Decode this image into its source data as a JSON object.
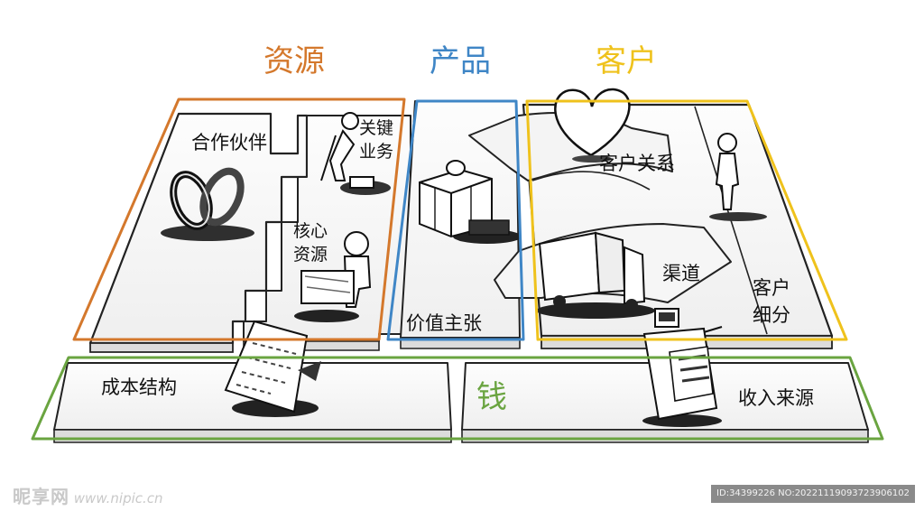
{
  "headings": {
    "resources": "资源",
    "product": "产品",
    "customer": "客户",
    "money": "钱"
  },
  "blocks": {
    "partners": "合作伙伴",
    "key_activities_1": "关键",
    "key_activities_2": "业务",
    "key_resources_1": "核心",
    "key_resources_2": "资源",
    "value_proposition": "价值主张",
    "customer_relationships": "客户关系",
    "channels": "渠道",
    "customer_segments_1": "客户",
    "customer_segments_2": "细分",
    "cost_structure": "成本结构",
    "revenue_streams": "收入来源"
  },
  "colors": {
    "resources": "#d4782c",
    "product": "#3f86c6",
    "customer": "#efc21c",
    "money": "#6aa440"
  },
  "icons": [
    "rings-icon",
    "worker-icon",
    "person-cart-icon",
    "gift-box-icon",
    "heart-icon",
    "standing-person-icon",
    "truck-icon",
    "cash-register-icon",
    "invoice-icon"
  ],
  "watermark": {
    "brand": "昵享网",
    "url": "www.nipic.cn",
    "id_text": "ID:34399226 NO:20221119093723906102"
  }
}
